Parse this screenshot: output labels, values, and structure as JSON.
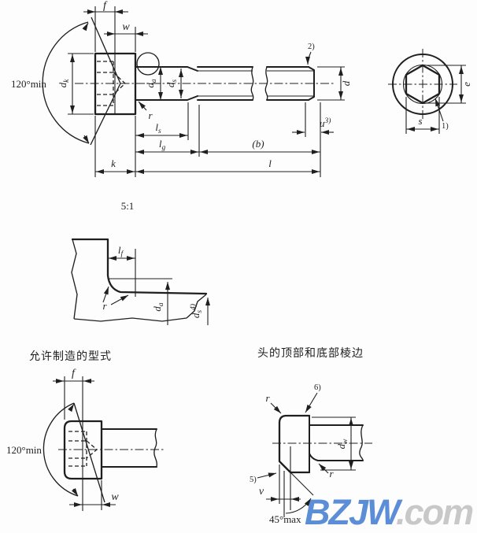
{
  "colors": {
    "line": "#1f1f1f",
    "background": "#fdfdfd",
    "watermark_blue": "#5b8ed6",
    "watermark_gray": "#c8c8c8"
  },
  "scale_label": "5:1",
  "titles": {
    "allowed_form": "允许制造的型式",
    "head_edges": "头的顶部和底部棱边"
  },
  "watermark": {
    "brand": "BZJW",
    "tld": ".com"
  },
  "main_view": {
    "f": "f",
    "w": "w",
    "angle": "120°min",
    "k": "k",
    "l": "l",
    "b": "(b)",
    "d": "d",
    "r": "r",
    "note2": "2)",
    "dk": {
      "b": "d",
      "s": "k"
    },
    "da": {
      "b": "d",
      "s": "a"
    },
    "ds": {
      "b": "d",
      "s": "s"
    },
    "ls": {
      "b": "l",
      "s": "s"
    },
    "lg": {
      "b": "l",
      "s": "g"
    },
    "u": {
      "b": "u",
      "sup": "3)"
    }
  },
  "end_view": {
    "e": "e",
    "s": "s",
    "note1": "1)"
  },
  "detail_view": {
    "lf": {
      "b": "l",
      "s": "f"
    },
    "r": "r",
    "da": {
      "b": "d",
      "s": "a"
    },
    "ds": {
      "b": "d",
      "s": "s",
      "sup": "4)"
    }
  },
  "allowed_form_view": {
    "f": "f",
    "w": "w",
    "angle": "120°min"
  },
  "head_edges_view": {
    "r_top": "r",
    "r_bottom": "r",
    "note5": "5)",
    "note6": "6)",
    "v": "v",
    "angle": "45°max",
    "dw": {
      "b": "d",
      "s": "w"
    }
  }
}
